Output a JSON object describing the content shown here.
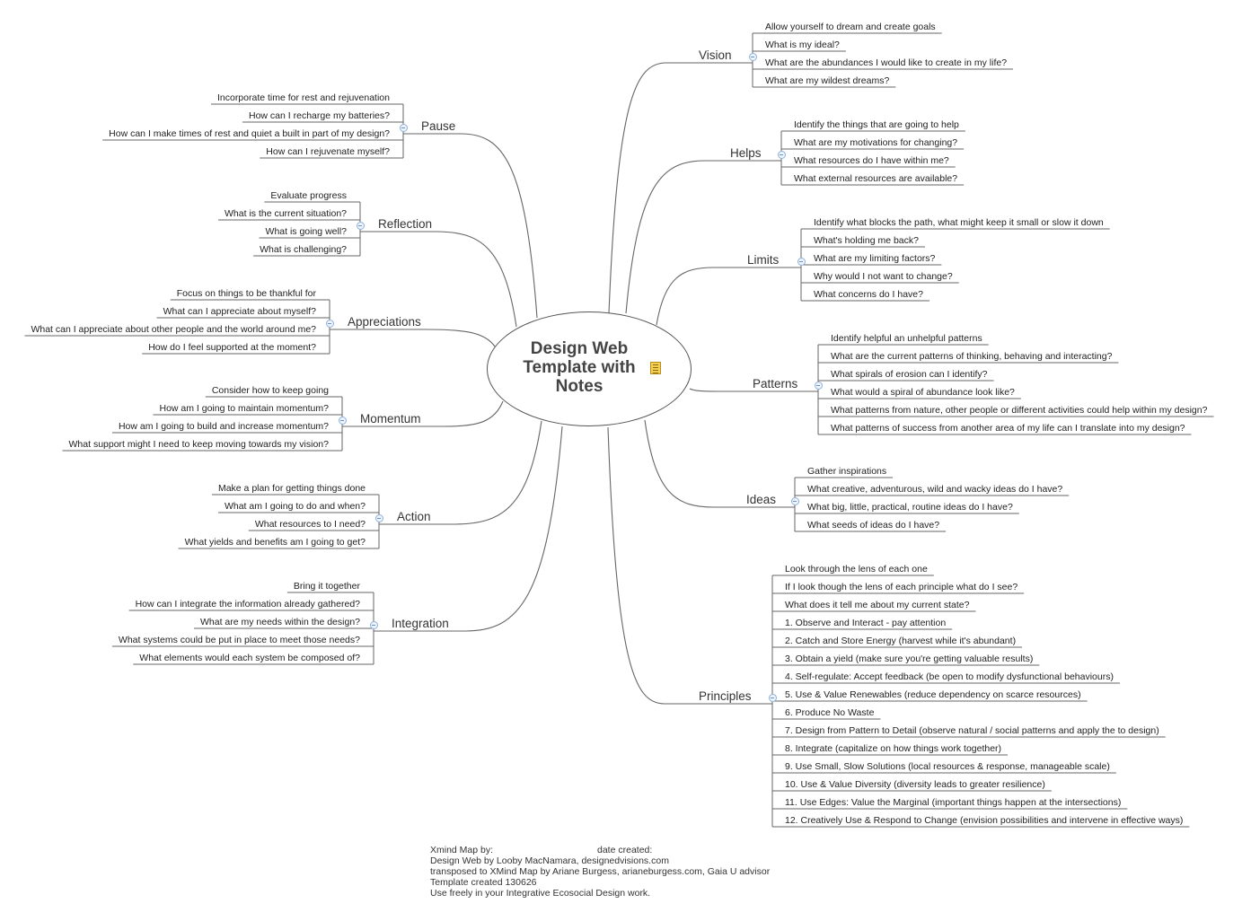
{
  "central": {
    "title_lines": [
      "Design Web",
      "Template with",
      "Notes"
    ],
    "note_icon": "note-icon",
    "colors": {
      "line": "#666666",
      "collapse": "#8fb0dc",
      "text": "#333333"
    }
  },
  "branches": [
    {
      "id": "vision",
      "side": "right",
      "label": "Vision",
      "items": [
        "Allow yourself to dream and create goals",
        "What is my ideal?",
        "What are the abundances I would like to create in my life?",
        "What are my wildest dreams?"
      ]
    },
    {
      "id": "helps",
      "side": "right",
      "label": "Helps",
      "items": [
        "Identify the things that are going to help",
        "What are my motivations for changing?",
        "What resources do I have within me?",
        "What external resources are available?"
      ]
    },
    {
      "id": "limits",
      "side": "right",
      "label": "Limits",
      "items": [
        "Identify what blocks the path, what might keep it small or slow it down",
        "What's holding me back?",
        "What are my limiting factors?",
        "Why would I not want to change?",
        "What concerns do I have?"
      ]
    },
    {
      "id": "patterns",
      "side": "right",
      "label": "Patterns",
      "items": [
        "Identify helpful an unhelpful patterns",
        "What are the current patterns of thinking, behaving and interacting?",
        "What spirals of erosion can I identify?",
        "What would a spiral of abundance look like?",
        "What patterns from nature, other people or different activities could help within my design?",
        "What patterns of success from another area of my life can I translate into my design?"
      ]
    },
    {
      "id": "ideas",
      "side": "right",
      "label": "Ideas",
      "items": [
        "Gather inspirations",
        "What creative, adventurous, wild and wacky ideas do I have?",
        "What big, little, practical, routine ideas do I have?",
        "What seeds of ideas do I have?"
      ]
    },
    {
      "id": "principles",
      "side": "right",
      "label": "Principles",
      "items": [
        "Look through the lens of each one",
        "If I look though the lens of each principle what do I see?",
        "What does it tell me about my current state?",
        "1. Observe and Interact - pay attention",
        "2. Catch and Store Energy (harvest while it's abundant)",
        "3. Obtain a yield (make sure you're getting valuable results)",
        "4. Self-regulate: Accept feedback (be open to modify dysfunctional behaviours)",
        "5. Use & Value Renewables (reduce dependency on scarce resources)",
        "6. Produce No Waste",
        "7. Design from Pattern to Detail (observe natural / social patterns and apply the to design)",
        "8. Integrate (capitalize on how things work together)",
        "9. Use Small, Slow Solutions (local resources & response, manageable scale)",
        "10. Use & Value Diversity (diversity leads to greater resilience)",
        "11. Use Edges: Value the Marginal (important things happen at the intersections)",
        "12. Creatively Use & Respond to Change (envision possibilities and intervene in effective ways)"
      ]
    },
    {
      "id": "pause",
      "side": "left",
      "label": "Pause",
      "items": [
        "Incorporate time for rest and rejuvenation",
        "How can I recharge my batteries?",
        "How can I make times of rest and quiet a built in part of my design?",
        "How can I rejuvenate myself?"
      ]
    },
    {
      "id": "reflection",
      "side": "left",
      "label": "Reflection",
      "items": [
        "Evaluate progress",
        "What is the current situation?",
        "What is going well?",
        "What is challenging?"
      ]
    },
    {
      "id": "appreciations",
      "side": "left",
      "label": "Appreciations",
      "items": [
        "Focus on things to be thankful for",
        "What can I appreciate about myself?",
        "What can I appreciate about other people and the world around me?",
        "How do I feel supported at the moment?"
      ]
    },
    {
      "id": "momentum",
      "side": "left",
      "label": "Momentum",
      "items": [
        "Consider how to keep going",
        "How am I going to maintain momentum?",
        "How am I going to build and increase momentum?",
        "What support might I need to keep moving towards my vision?"
      ]
    },
    {
      "id": "action",
      "side": "left",
      "label": "Action",
      "items": [
        "Make a plan for getting things done",
        "What am I going to do and when?",
        "What resources to I need?",
        "What yields and benefits am I going to get?"
      ]
    },
    {
      "id": "integration",
      "side": "left",
      "label": "Integration",
      "items": [
        "Bring it together",
        "How can I integrate the information already gathered?",
        "What are my needs within the design?",
        "What systems could be put in place to meet those needs?",
        "What elements would each system be composed of?"
      ]
    }
  ],
  "footer": {
    "line1": "Xmind Map by:",
    "line1b": "date created:",
    "line2": "Design Web by Looby MacNamara,  designedvisions.com",
    "line3": "transposed to XMind Map by Ariane Burgess, arianeburgess.com, Gaia U advisor",
    "line4": "Template created 130626",
    "line5": "Use freely in your Integrative Ecosocial Design work."
  }
}
